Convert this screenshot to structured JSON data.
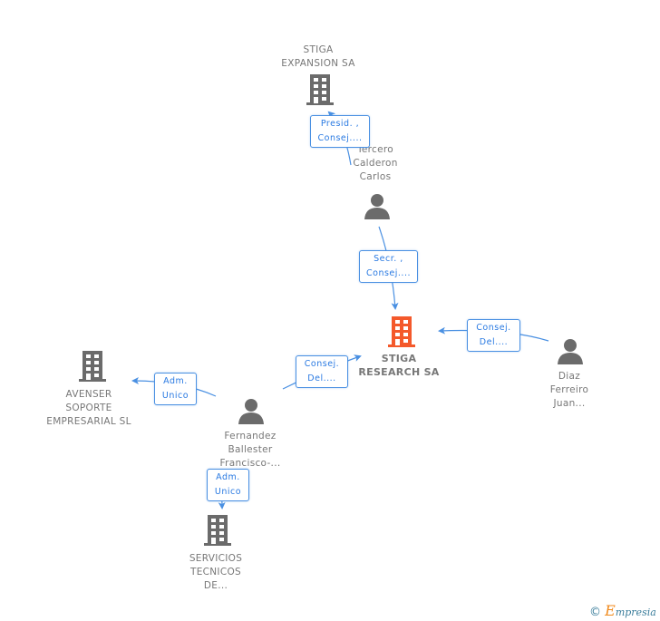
{
  "colors": {
    "accent": "#2a7ae2",
    "main_company": "#f4592b",
    "node": "#6b6b6b",
    "label": "#777777"
  },
  "nodes": {
    "stiga_expansion": {
      "type": "company",
      "lines": [
        "STIGA",
        "EXPANSION SA"
      ]
    },
    "tercero": {
      "type": "person",
      "lines": [
        "Tercero",
        "Calderon",
        "Carlos"
      ]
    },
    "stiga_research": {
      "type": "company-main",
      "lines": [
        "STIGA",
        "RESEARCH SA"
      ]
    },
    "diaz": {
      "type": "person",
      "lines": [
        "Diaz",
        "Ferreiro",
        "Juan..."
      ]
    },
    "avenser": {
      "type": "company",
      "lines": [
        "AVENSER",
        "SOPORTE",
        "EMPRESARIAL SL"
      ]
    },
    "fernandez": {
      "type": "person",
      "lines": [
        "Fernandez",
        "Ballester",
        "Francisco-..."
      ]
    },
    "servicios": {
      "type": "company",
      "lines": [
        "SERVICIOS",
        "TECNICOS",
        "DE..."
      ]
    }
  },
  "relations": [
    {
      "lines": [
        "Presid. ,",
        "Consej...."
      ]
    },
    {
      "lines": [
        "Secr. ,",
        "Consej...."
      ]
    },
    {
      "lines": [
        "Consej.",
        "Del...."
      ]
    },
    {
      "lines": [
        "Consej.",
        "Del...."
      ]
    },
    {
      "lines": [
        "Adm.",
        "Unico"
      ]
    },
    {
      "lines": [
        "Adm.",
        "Unico"
      ]
    }
  ],
  "footer": {
    "copyright": "©",
    "brand": "Empresia",
    "brand_initial": "E",
    "brand_rest": "mpresia"
  }
}
